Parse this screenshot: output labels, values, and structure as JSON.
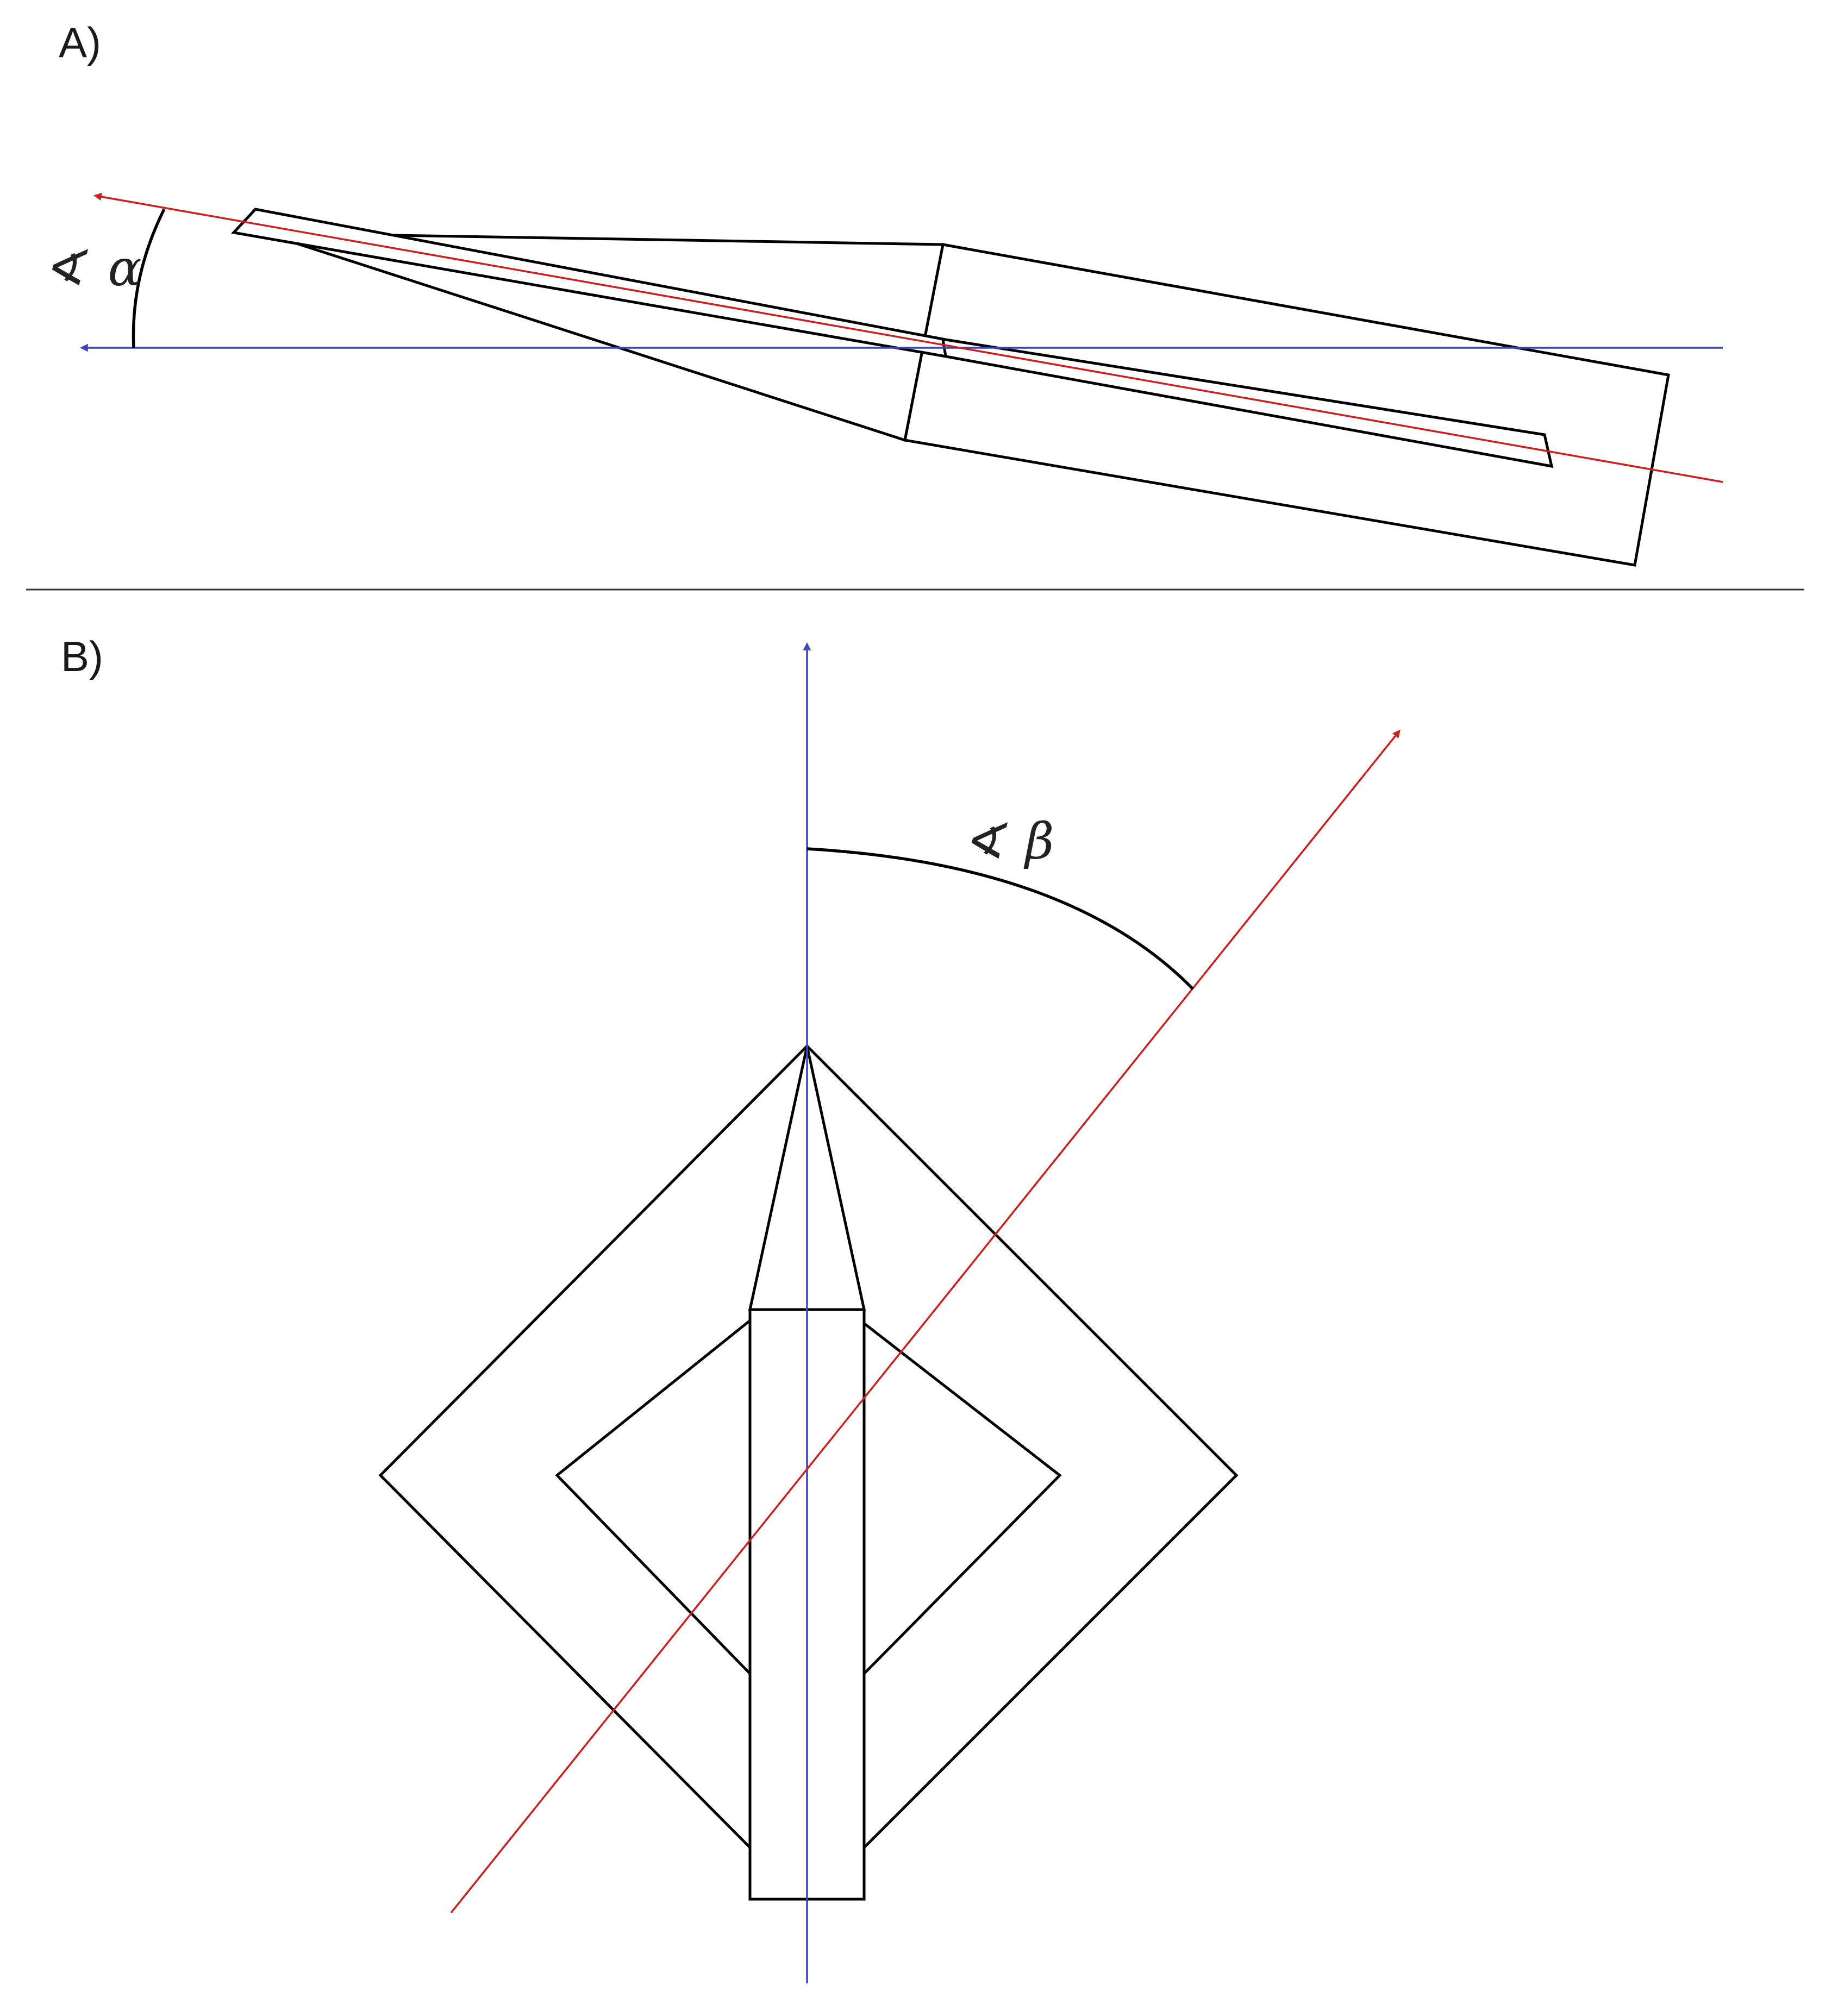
{
  "panels": {
    "a": {
      "label": "A)",
      "angle_symbol": "∢",
      "angle_letter": "α"
    },
    "b": {
      "label": "B)",
      "angle_symbol": "∢",
      "angle_letter": "β"
    }
  },
  "colors": {
    "reference_axis": "#3b47b8",
    "tilted_axis": "#cc1f1f",
    "outline": "#000000",
    "divider": "#333333"
  },
  "icons": {
    "reference_arrow": "arrowhead-blue",
    "tilted_arrow": "arrowhead-red"
  }
}
